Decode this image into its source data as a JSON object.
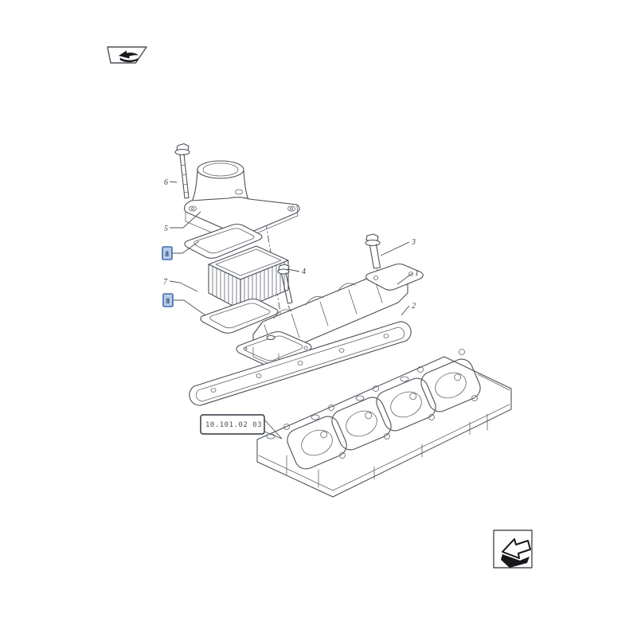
{
  "diagram": {
    "section_label": "10.101.02 03",
    "line_color": "#4b5158",
    "highlight": {
      "border": "#3f6cb0",
      "fill": "#b9cde8",
      "text_color": "#1d3c6e"
    },
    "callouts": {
      "intake_manifold": "1",
      "manifold_gasket": "2",
      "bolt_long_right": "3",
      "bolt_short": "4",
      "air_inlet_elbow": "5",
      "bolt_long_top": "6",
      "heater_grid": "7",
      "gasket_upper_highlight": "8",
      "gasket_lower_highlight": "8"
    }
  },
  "icons": {
    "top_left": "previous-page-flag-arrow",
    "bottom_right": "back-arrow"
  }
}
